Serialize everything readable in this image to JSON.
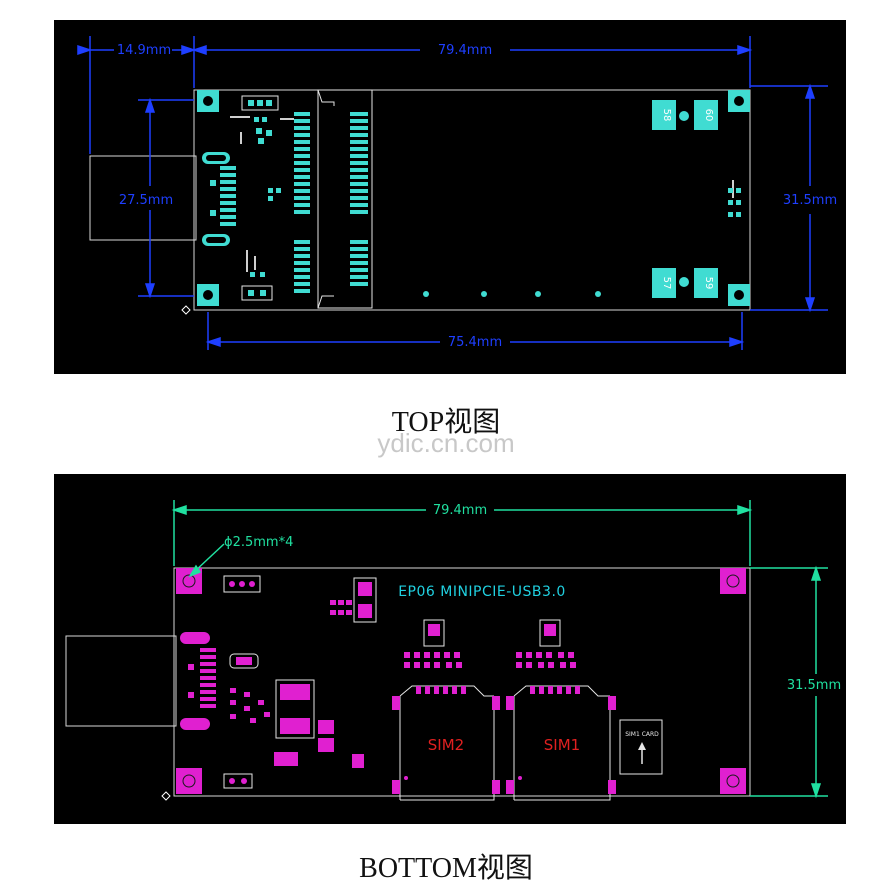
{
  "top_view": {
    "caption": "TOP视图",
    "dimensions": {
      "offset": "14.9mm",
      "length": "79.4mm",
      "usb_width": "27.5mm",
      "width": "31.5mm",
      "inner_length": "75.4mm"
    },
    "pad_labels": [
      "58",
      "60",
      "57",
      "59"
    ]
  },
  "watermark": "ydic.cn.com",
  "bottom_view": {
    "caption": "BOTTOM视图",
    "board_title": "EP06 MINIPCIE-USB3.0",
    "hole_note": "ϕ2.5mm*4",
    "dimensions": {
      "length": "79.4mm",
      "width": "31.5mm"
    },
    "sim_slots": [
      "SIM2",
      "SIM1"
    ],
    "sim_card_note": "SIM1 CARD"
  },
  "colors": {
    "background": "#000000",
    "dimension": "#1e3fff",
    "pad_top": "#40dcd2",
    "silk": "#e6e6e6",
    "pad_bottom": "#e020d0",
    "board_title": "#20d0e0",
    "sim_label": "#e02020",
    "dimension_bottom": "#20e0a0",
    "outline": "#ffffff"
  }
}
